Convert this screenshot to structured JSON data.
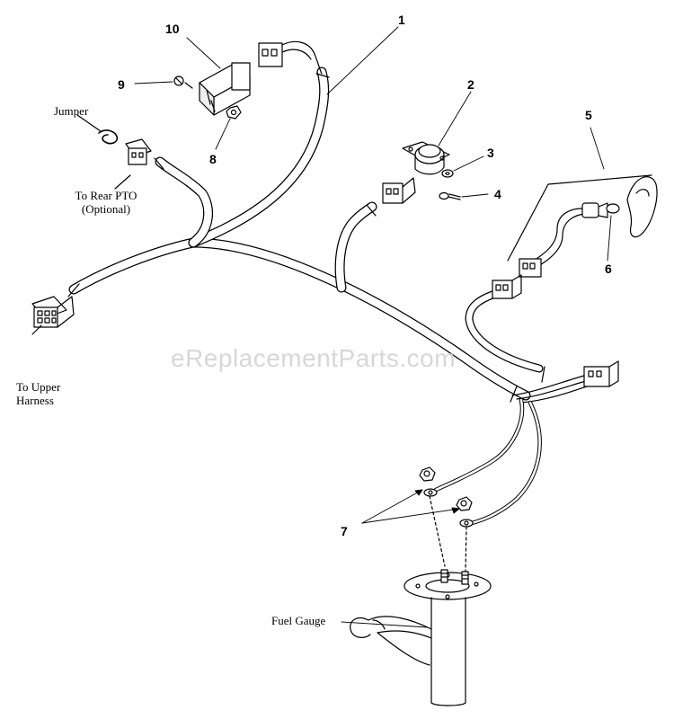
{
  "callouts": {
    "c1": "1",
    "c2": "2",
    "c3": "3",
    "c4": "4",
    "c5": "5",
    "c6": "6",
    "c7": "7",
    "c8": "8",
    "c9": "9",
    "c10": "10"
  },
  "labels": {
    "jumper": "Jumper",
    "rear_pto_line1": "To Rear PTO",
    "rear_pto_line2": "(Optional)",
    "upper_harness_line1": "To Upper",
    "upper_harness_line2": "Harness",
    "fuel_gauge": "Fuel Gauge"
  },
  "watermark": "eReplacementParts.com"
}
